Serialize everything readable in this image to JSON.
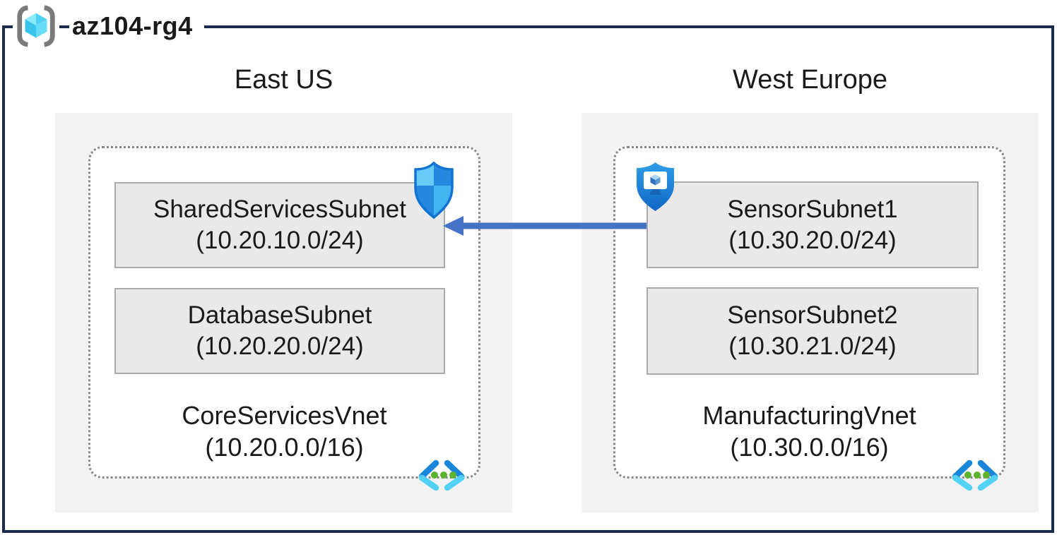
{
  "resource_group": {
    "name": "az104-rg4",
    "icon": "resource-group-icon"
  },
  "regions": {
    "east": {
      "name": "East US",
      "vnet": {
        "name": "CoreServicesVnet",
        "cidr": "(10.20.0.0/16)",
        "icon": "virtual-network-icon"
      },
      "subnet1": {
        "name": "SharedServicesSubnet",
        "cidr": "(10.20.10.0/24)",
        "badge": "network-security-group-shield-icon"
      },
      "subnet2": {
        "name": "DatabaseSubnet",
        "cidr": "(10.20.20.0/24)"
      }
    },
    "west": {
      "name": "West Europe",
      "vnet": {
        "name": "ManufacturingVnet",
        "cidr": "(10.30.0.0/16)",
        "icon": "virtual-network-icon"
      },
      "subnet1": {
        "name": "SensorSubnet1",
        "cidr": "(10.30.20.0/24)",
        "badge": "application-security-group-shield-icon"
      },
      "subnet2": {
        "name": "SensorSubnet2",
        "cidr": "(10.30.21.0/24)"
      }
    }
  },
  "connection": {
    "type": "arrow",
    "from": "SensorSubnet1",
    "to": "SharedServicesSubnet",
    "direction": "right-to-left",
    "color": "#4472C4"
  },
  "colors": {
    "frame_border": "#1B2B4E",
    "region_fill": "#F2F2F2",
    "subnet_fill": "#E9E9E9",
    "subnet_border": "#ABABAB",
    "vnet_dashed_border": "#878787",
    "arrow": "#4472C4",
    "vnet_icon_green": "#5CB32E",
    "icon_blue_dark": "#1986D9",
    "icon_cyan": "#53D2F6"
  }
}
